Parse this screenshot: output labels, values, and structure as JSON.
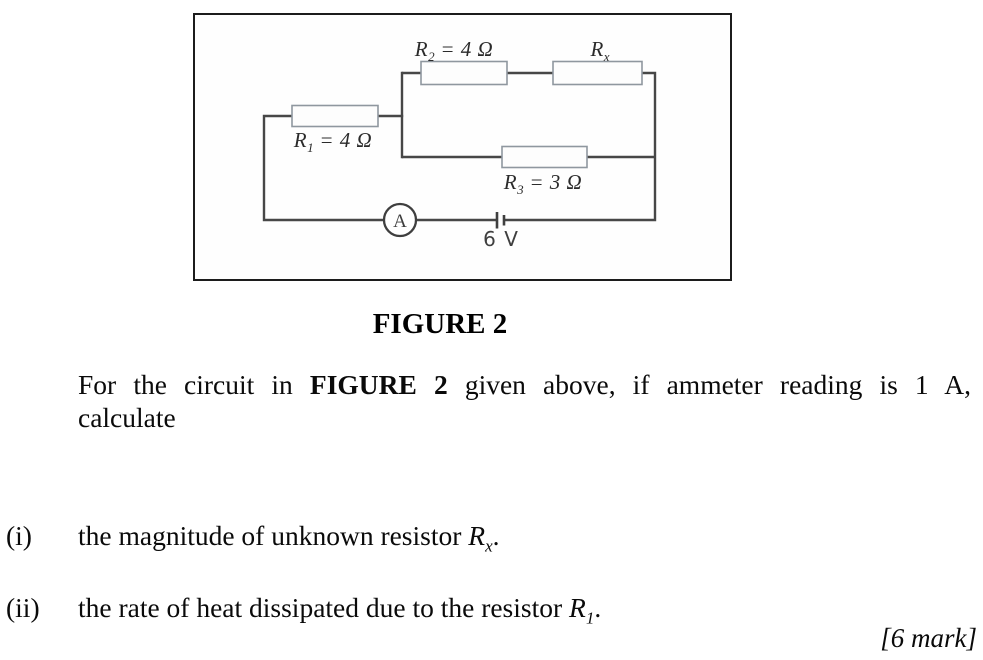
{
  "figure": {
    "title": "FIGURE 2",
    "circuit": {
      "r1": {
        "base": "R",
        "sub": "1",
        "value": " = 4 Ω"
      },
      "r2": {
        "base": "R",
        "sub": "2",
        "value": " = 4 Ω"
      },
      "r3": {
        "base": "R",
        "sub": "3",
        "value": " = 3 Ω"
      },
      "rx": {
        "base": "R",
        "sub": "x",
        "value": ""
      },
      "ammeter_label": "A",
      "battery_label": "6 V"
    }
  },
  "problem": {
    "intro_part1": "For the circuit in ",
    "intro_figure_ref": "FIGURE 2",
    "intro_part2": " given above, if ammeter reading is 1 A,",
    "intro_line2": "calculate",
    "items": [
      {
        "numeral": "(i)",
        "text": "the magnitude of unknown resistor ",
        "sym_base": "R",
        "sym_sub": "x",
        "suffix": "."
      },
      {
        "numeral": "(ii)",
        "text": "the rate of heat dissipated due to the resistor ",
        "sym_base": "R",
        "sym_sub": "1",
        "suffix": "."
      }
    ],
    "marks": "[6 mark]"
  },
  "colors": {
    "wire": "#474747",
    "component_stroke": "#3f3f3f",
    "resistor_border": "#8f979f",
    "figure_border": "#1c1c1c",
    "text": "#0a0a0a"
  }
}
